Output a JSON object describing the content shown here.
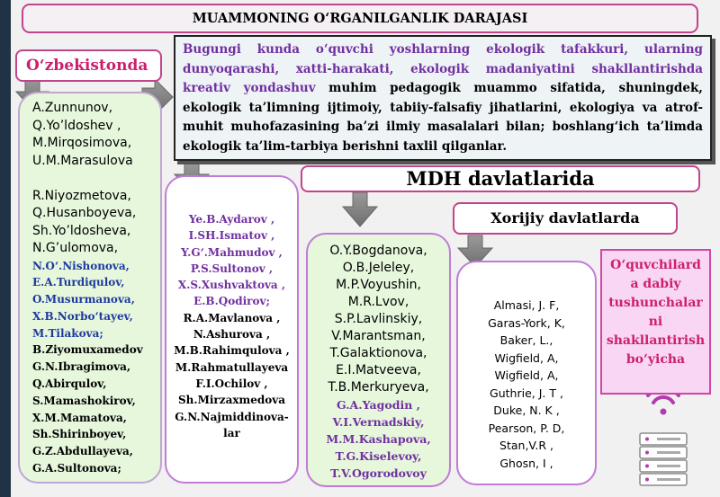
{
  "title": "MUAMMONING O‘RGANILGANLIK DARAJASI",
  "intro": {
    "highlight": "Bugungi kunda o‘quvchi yoshlarning ekologik tafakkuri, ularning dunyoqarashi, xatti-harakati, ekologik madaniyatini shakllantirishda kreativ yondashuv",
    "rest": " muhim pedagogik muammo sifatida, shuningdek, ekologik ta’limning ijtimoiy, tabiiy-falsafiy jihatlarini, ekologiya va atrof-muhit muhofazasining ba’zi ilmiy masalalari bilan; boshlang‘ich ta’limda ekologik ta’lim-tarbiya berishni taxlil qilganlar."
  },
  "uzbekistan": {
    "label": "O‘zbekistonda",
    "authors": [
      "A.Zunnunov,",
      "Q.Yo’ldoshev ,",
      "M.Mirqosimova,",
      "U.M.Marasulova",
      "",
      "R.Niyozmetova,",
      "Q.Husanboyeva,",
      "Sh.Yo’ldosheva,",
      "N.G’ulomova,",
      "N.O‘.Nishonova,",
      "E.A.Turdiqulov,",
      "O.Musurmanova,",
      "X.B.Norbo‘tayev,",
      "M.Tilakova;",
      "B.Ziyomuxamedov",
      "G.N.Ibragimova,",
      "Q.Abirqulov,",
      "S.Mamashokirov,",
      "X.M.Mamatova,",
      "Sh.Shirinboyev,",
      "G.Z.Abdullayeva,",
      "G.A.Sultonova;"
    ]
  },
  "column2": {
    "authors": [
      "Ye.B.Aydarov ,",
      "I.SH.Ismatov ,",
      "Y.G‘.Mahmudov ,",
      "P.S.Sultonov ,",
      "X.S.Xushvaktova ,",
      "E.B.Qodirov;",
      "R.A.Mavlanova ,",
      "N.Ashurova ,",
      "M.B.Rahimqulova ,",
      "M.Rahmatullayeva",
      "F.I.Ochilov ,",
      "Sh.Mirzaxmedova",
      "G.N.Najmiddinova-",
      "lar"
    ]
  },
  "mdh": {
    "label": "MDH davlatlarida",
    "authors": [
      "O.Y.Bogdanova,",
      "O.B.Jeleley,",
      "M.P.Voyushin,",
      "M.R.Lvov,",
      "S.P.Lavlinskiy,",
      "V.Marantsman,",
      "T.Galaktionova,",
      "E.I.Matveeva,",
      "T.B.Merkuryeva,",
      "G.A.Yagodin ,",
      "V.I.Vernadskiy,",
      "M.M.Kashapova,",
      "T.G.Kiselevoy,",
      "T.V.Ogorodovoy"
    ]
  },
  "foreign": {
    "label": "Xorijiy davlatlarda",
    "authors": [
      "Almasi, J. F,",
      "Garas-York, K,",
      "Baker, L.,",
      "Wigfield, A,",
      "Wigfield, A,",
      "Guthrie, J. T ,",
      "Duke, N. K ,",
      "Pearson, P. D,",
      "Stan,V.R ,",
      "Ghosn, I ,"
    ]
  },
  "note": {
    "lines": [
      "O‘quvchilard",
      "a dabiy",
      "tushunchalar",
      "ni",
      "shakllantirish",
      "bo‘yicha"
    ]
  },
  "colors": {
    "frame": "#c2448b",
    "accent_pink": "#cc1f6e",
    "purple": "#7030a0",
    "navy": "#1f3a9e",
    "green_fill": "#e6f7dc",
    "note_fill": "#f8d6f4",
    "arrow": "#7f7f7f"
  },
  "icons": [
    "down-arrow-icon",
    "right-arrow-icon",
    "wifi-icon",
    "server-rack-icon"
  ]
}
